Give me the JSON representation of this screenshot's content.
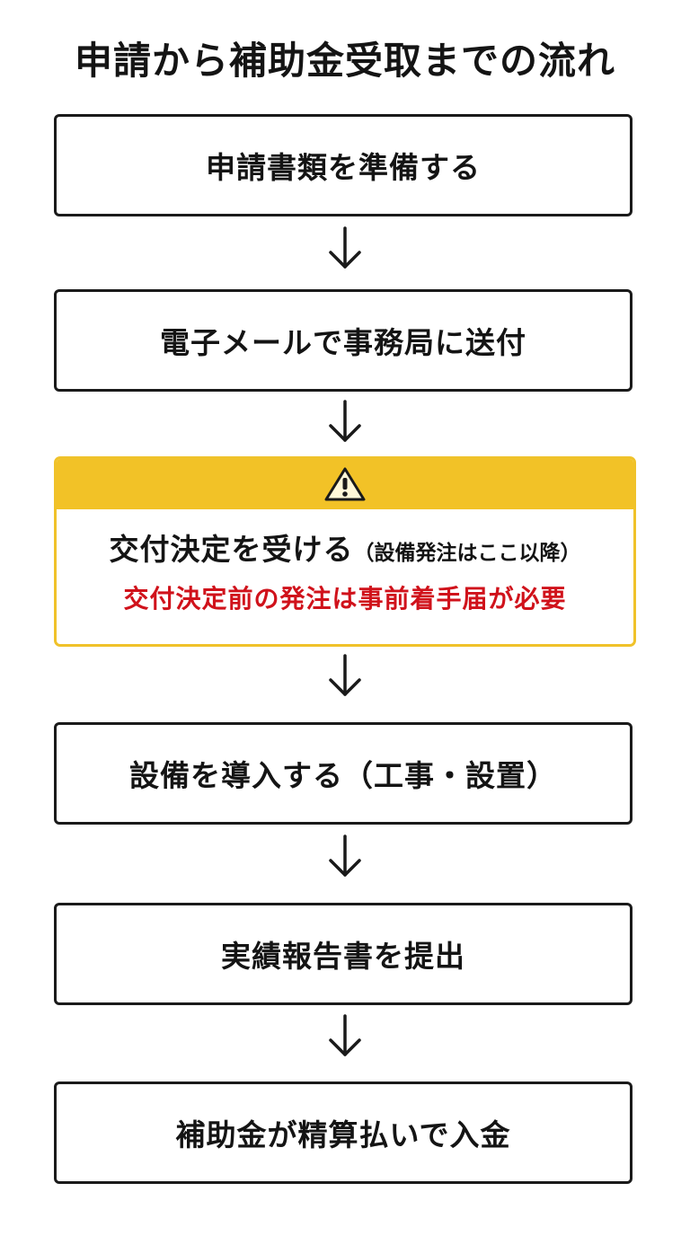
{
  "title": "申請から補助金受取までの流れ",
  "steps": [
    {
      "label": "申請書類を準備する"
    },
    {
      "label": "電子メールで事務局に送付"
    },
    {
      "label": "交付決定を受ける",
      "sub_label": "（設備発注はここ以降）",
      "note": "交付決定前の発注は事前着手届が必要",
      "icon": "warning-icon",
      "highlight_color": "#f2c227",
      "note_color": "#d0121b"
    },
    {
      "label": "設備を導入する（工事・設置）"
    },
    {
      "label": "実績報告書を提出"
    },
    {
      "label": "補助金が精算払いで入金"
    }
  ]
}
